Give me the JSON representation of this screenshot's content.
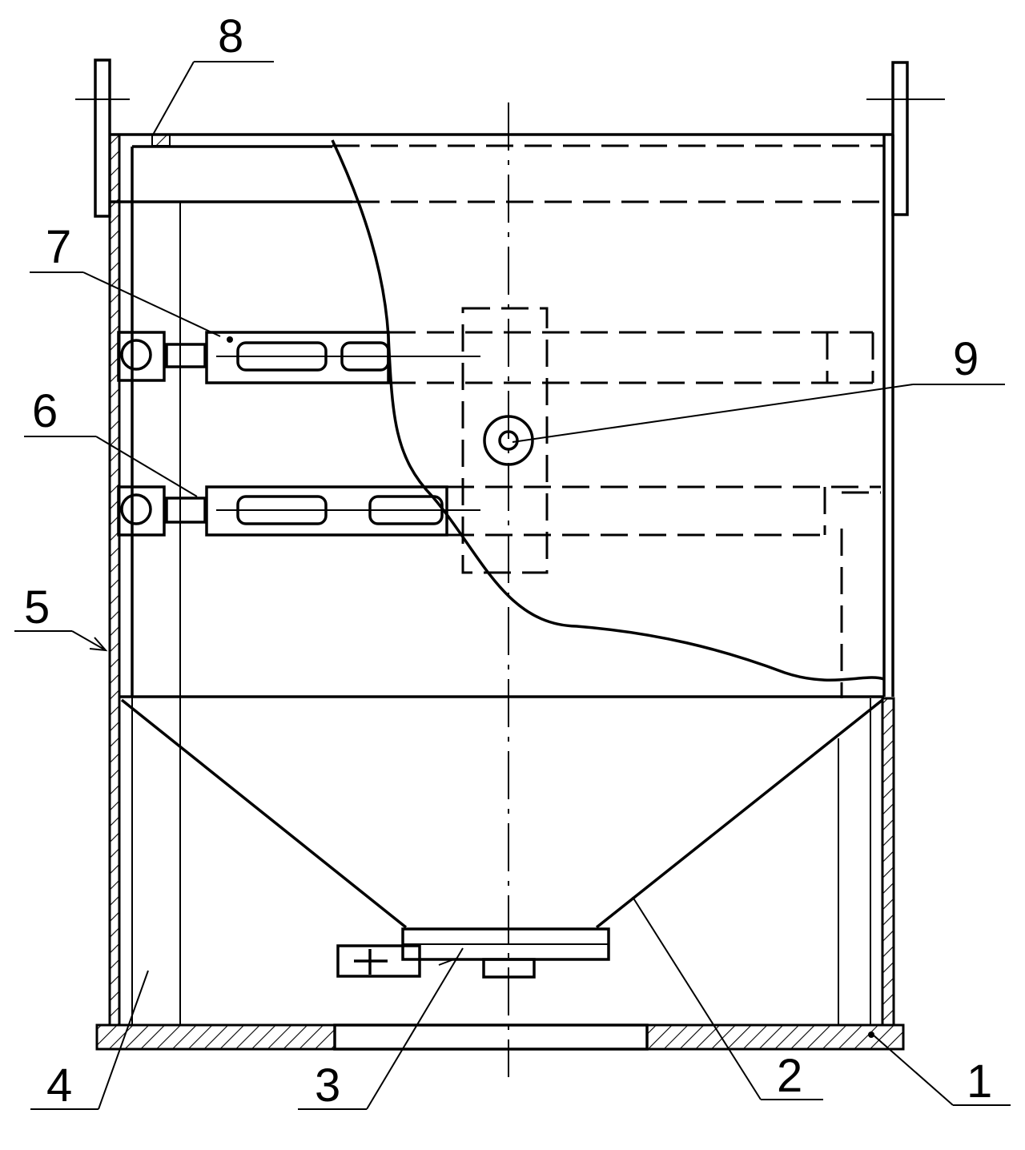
{
  "callouts": [
    {
      "id": "1",
      "text": "1"
    },
    {
      "id": "2",
      "text": "2"
    },
    {
      "id": "3",
      "text": "3"
    },
    {
      "id": "4",
      "text": "4"
    },
    {
      "id": "5",
      "text": "5"
    },
    {
      "id": "6",
      "text": "6"
    },
    {
      "id": "7",
      "text": "7"
    },
    {
      "id": "8",
      "text": "8"
    },
    {
      "id": "9",
      "text": "9"
    }
  ],
  "colors": {
    "ink": "#000000",
    "paper": "#ffffff"
  }
}
